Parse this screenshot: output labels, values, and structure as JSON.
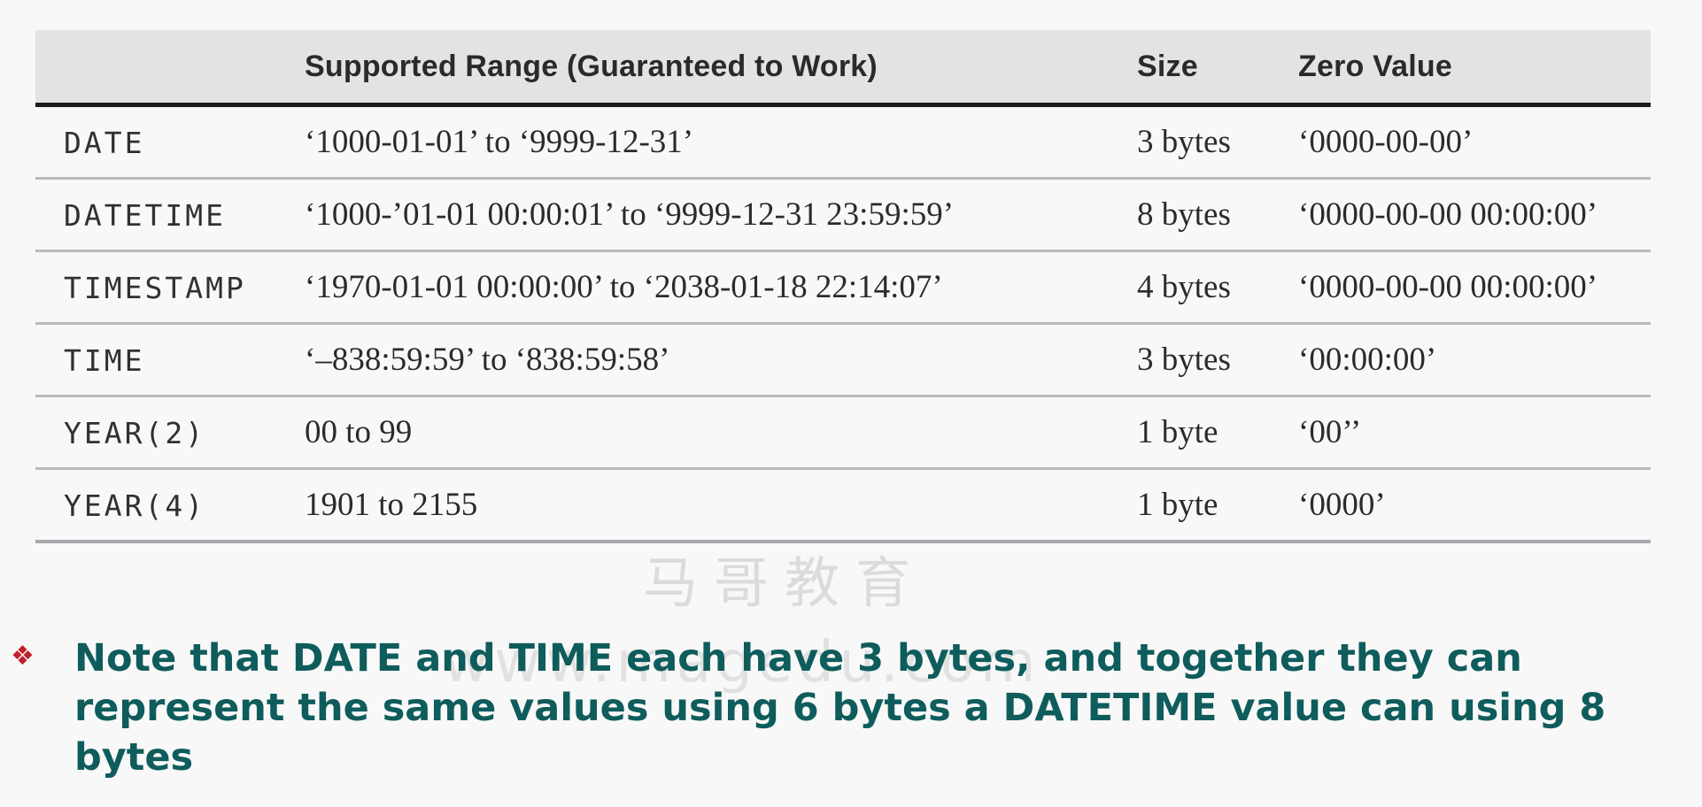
{
  "table": {
    "headers": [
      "",
      "Supported Range (Guaranteed to Work)",
      "Size",
      "Zero Value"
    ],
    "rows": [
      {
        "type": "DATE",
        "range": "‘1000-01-01’ to ‘9999-12-31’",
        "size": "3 bytes",
        "zero": "‘0000-00-00’"
      },
      {
        "type": "DATETIME",
        "range": "‘1000-’01-01 00:00:01’ to ‘9999-12-31 23:59:59’",
        "size": "8 bytes",
        "zero": "‘0000-00-00 00:00:00’"
      },
      {
        "type": "TIMESTAMP",
        "range": "‘1970-01-01 00:00:00’ to ‘2038-01-18 22:14:07’",
        "size": "4 bytes",
        "zero": "‘0000-00-00 00:00:00’"
      },
      {
        "type": "TIME",
        "range": "‘–838:59:59’ to ‘838:59:58’",
        "size": "3 bytes",
        "zero": "‘00:00:00’"
      },
      {
        "type": "YEAR(2)",
        "range": "00 to 99",
        "size": "1 byte",
        "zero": "‘00’’"
      },
      {
        "type": "YEAR(4)",
        "range": "1901 to 2155",
        "size": "1 byte",
        "zero": "‘0000’"
      }
    ]
  },
  "watermark": {
    "cn": "马哥教育",
    "url": "www.magedu.com"
  },
  "note": {
    "bullet_icon": "diamond-bullet-icon",
    "text": "Note that DATE and TIME each have 3 bytes, and together they can represent the same values using 6 bytes a DATETIME value can using 8 bytes"
  },
  "colors": {
    "header_bg": "#e3e3e5",
    "note_text": "#0f5c5c",
    "bullet": "#c0202a"
  }
}
